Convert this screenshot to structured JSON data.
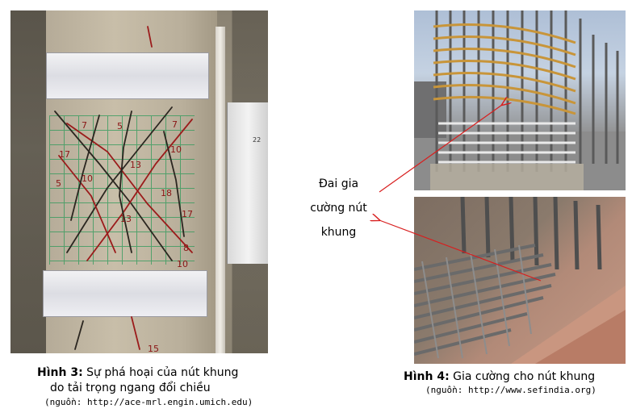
{
  "figure3": {
    "number": "Hình 3:",
    "caption_line1": "Sự phá hoại của nút khung",
    "caption_line2": "do tải trọng ngang đổi chiều",
    "source": "(nguồn: http://ace-mrl.engin.umich.edu)"
  },
  "figure4": {
    "number": "Hình 4:",
    "caption": "Gia cường cho nút khung",
    "source": "(nguồn: http://www.sefindia.org)"
  },
  "callout": {
    "line1": "Đai gia",
    "line2": "cường nút",
    "line3": "khung"
  },
  "photo_marks": [
    "5",
    "7",
    "7",
    "10",
    "17",
    "13",
    "10",
    "5",
    "18",
    "13",
    "17",
    "8",
    "10",
    "15",
    "22"
  ],
  "colors": {
    "arrow": "#d81e1e",
    "crack_red": "#9b1b1b",
    "crack_dark": "#2b2620",
    "grid_green": "#2e9a5a"
  }
}
